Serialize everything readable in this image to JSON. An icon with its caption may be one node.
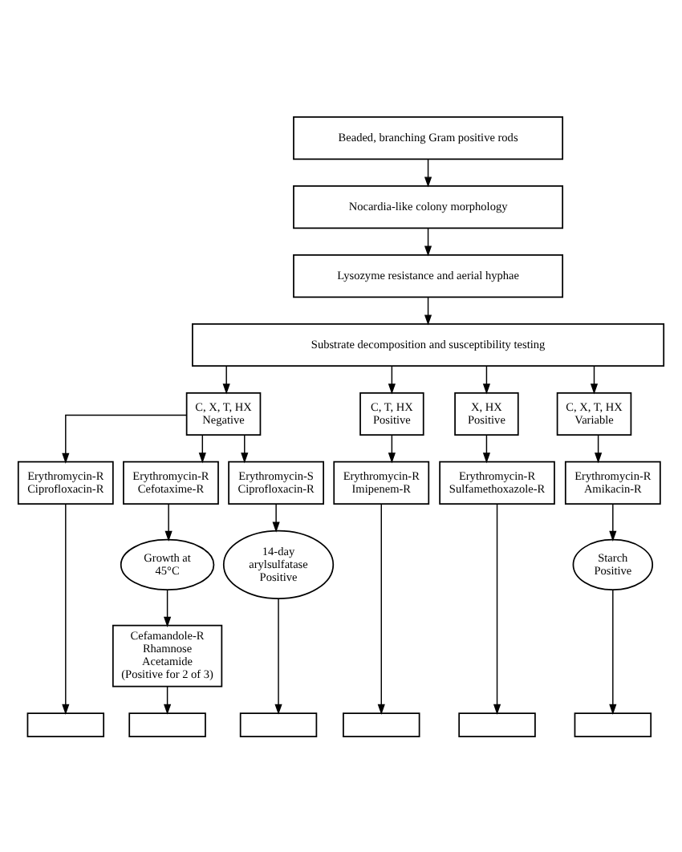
{
  "diagram": {
    "nodes": [
      {
        "text": [
          "Beaded, branching Gram positive rods"
        ]
      },
      {
        "text": [
          "Nocardia-like colony morphology"
        ]
      },
      {
        "text": [
          "Lysozyme resistance and aerial hyphae"
        ]
      },
      {
        "text": [
          "Substrate decomposition and susceptibility testing"
        ]
      },
      {
        "text": [
          "C, X, T, HX Negative"
        ]
      },
      {
        "text": [
          "C, T, HX Positive"
        ]
      },
      {
        "text": [
          "X, HX Positive"
        ]
      },
      {
        "text": [
          "C, X, T, HX Variable"
        ]
      },
      {
        "text": [
          "Erythromycin-R Ciprofloxacin-R"
        ]
      },
      {
        "text": [
          "Erythromycin-R Cefotaxime-R"
        ]
      },
      {
        "text": [
          "Erythromycin-S Ciprofloxacin-R"
        ]
      },
      {
        "text": [
          "Erythromycin-R Imipenem-R"
        ]
      },
      {
        "text": [
          "Erythromycin-R Sulfamethoxazole-R"
        ]
      },
      {
        "text": [
          "Erythromycin-R Amikacin-R"
        ]
      },
      {
        "text": [
          "Growth at 45°C"
        ]
      },
      {
        "text": [
          "14-day arylsulfatase Positive"
        ]
      },
      {
        "text": [
          "Starch Positive"
        ]
      },
      {
        "text": [
          "Cefamandole-R Rhamnose Acetamide (Positive for 2 of 3)"
        ]
      },
      {
        "text": [],
        "shape": "box"
      },
      {
        "text": [],
        "shape": "box"
      },
      {
        "text": [],
        "shape": "box"
      },
      {
        "text": [],
        "shape": "box"
      },
      {
        "text": [],
        "shape": "box"
      },
      {
        "text": [],
        "shape": "box"
      }
    ],
    "edges": [
      {
        "from": 0,
        "to": 1,
        "arrow": "to"
      },
      {
        "from": 1,
        "to": 2,
        "arrow": "to"
      },
      {
        "from": 2,
        "to": 3,
        "arrow": "to"
      },
      {
        "from": 3,
        "to": 4,
        "arrow": "to"
      },
      {
        "from": 3,
        "to": 5,
        "arrow": "to"
      },
      {
        "from": 3,
        "to": 6,
        "arrow": "to"
      },
      {
        "from": 3,
        "to": 7,
        "arrow": "to"
      },
      {
        "from": 4,
        "to": 8,
        "arrow": "to"
      },
      {
        "from": 4,
        "to": 9,
        "arrow": "to"
      },
      {
        "from": 4,
        "to": 10,
        "arrow": "to"
      },
      {
        "from": 5,
        "to": 11,
        "arrow": "to"
      },
      {
        "from": 6,
        "to": 12,
        "arrow": "to"
      },
      {
        "from": 7,
        "to": 13,
        "arrow": "to"
      },
      {
        "from": 9,
        "to": 14,
        "arrow": "to"
      },
      {
        "from": 10,
        "to": 15,
        "arrow": "to"
      },
      {
        "from": 13,
        "to": 16,
        "arrow": "to"
      },
      {
        "from": 14,
        "to": 17,
        "arrow": "to"
      },
      {
        "from": 8,
        "to": 18,
        "arrow": "to"
      },
      {
        "from": 17,
        "to": 19,
        "arrow": "to"
      },
      {
        "from": 15,
        "to": 20,
        "arrow": "to"
      },
      {
        "from": 11,
        "to": 21,
        "arrow": "to"
      },
      {
        "from": 12,
        "to": 22,
        "arrow": "to"
      },
      {
        "from": 16,
        "to": 23,
        "arrow": "to"
      }
    ]
  }
}
